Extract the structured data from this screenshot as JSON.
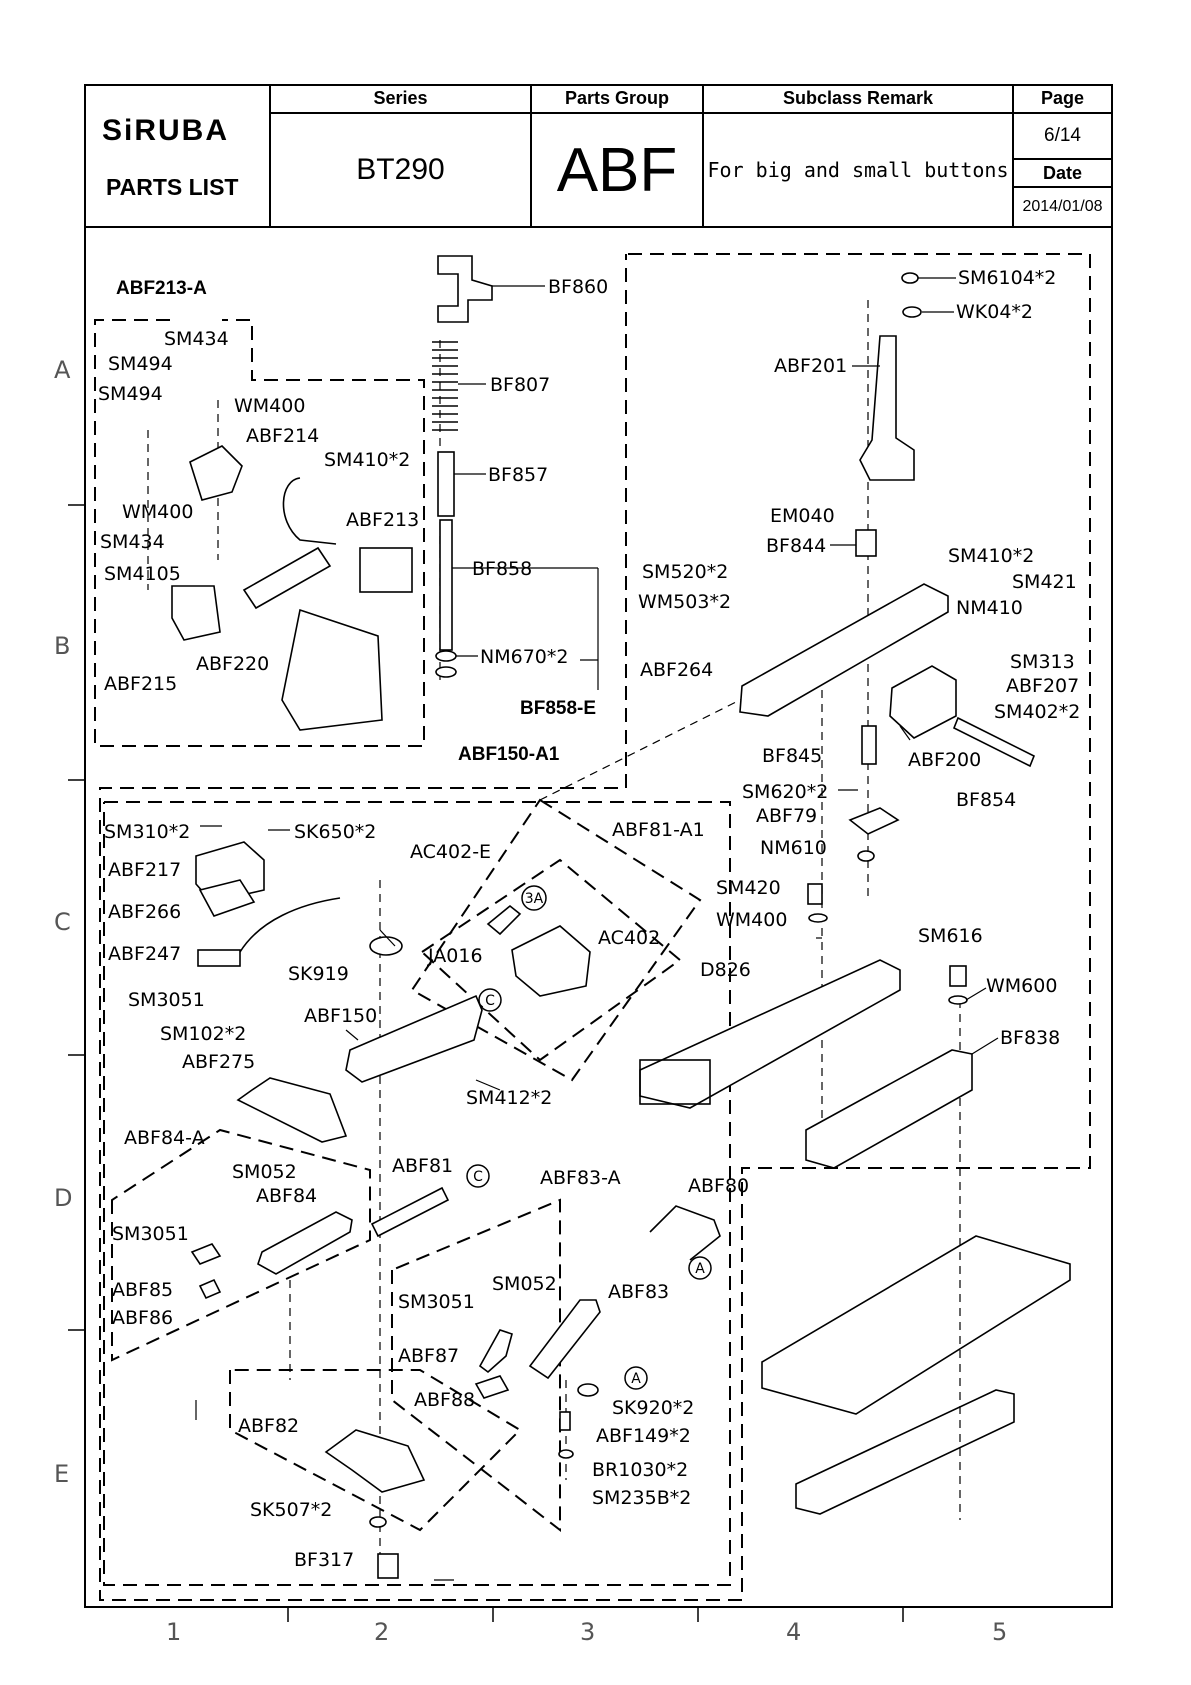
{
  "header": {
    "brand": "SiRUBA",
    "subtitle": "PARTS LIST",
    "col_series": "Series",
    "col_parts_group": "Parts Group",
    "col_subclass": "Subclass  Remark",
    "col_page": "Page",
    "series": "BT290",
    "parts_group": "ABF",
    "remark": "For big and small buttons",
    "page": "6/14",
    "date_label": "Date",
    "date": "2014/01/08"
  },
  "groups": {
    "abf213a": "ABF213-A",
    "bf858e": "BF858-E",
    "abf150a1": "ABF150-A1",
    "abf81a1": "ABF81-A1",
    "ac402e": "AC402-E",
    "abf84a": "ABF84-A",
    "abf83a": "ABF83-A"
  },
  "parts": [
    {
      "id": "BF860",
      "text": "BF860"
    },
    {
      "id": "BF807",
      "text": "BF807"
    },
    {
      "id": "BF857",
      "text": "BF857"
    },
    {
      "id": "BF858",
      "text": "BF858"
    },
    {
      "id": "NM670",
      "text": "NM670*2"
    },
    {
      "id": "SM434a",
      "text": "SM434"
    },
    {
      "id": "SM494a",
      "text": "SM494"
    },
    {
      "id": "SM494b",
      "text": "SM494"
    },
    {
      "id": "WM400a",
      "text": "WM400"
    },
    {
      "id": "ABF214",
      "text": "ABF214"
    },
    {
      "id": "SM410a",
      "text": "SM410*2"
    },
    {
      "id": "WM400b",
      "text": "WM400"
    },
    {
      "id": "ABF213",
      "text": "ABF213"
    },
    {
      "id": "SM434b",
      "text": "SM434"
    },
    {
      "id": "SM4105",
      "text": "SM4105"
    },
    {
      "id": "ABF220",
      "text": "ABF220"
    },
    {
      "id": "ABF215",
      "text": "ABF215"
    },
    {
      "id": "SM6104",
      "text": "SM6104*2"
    },
    {
      "id": "WK04",
      "text": "WK04*2"
    },
    {
      "id": "ABF201",
      "text": "ABF201"
    },
    {
      "id": "EM040",
      "text": "EM040"
    },
    {
      "id": "BF844",
      "text": "BF844"
    },
    {
      "id": "SM410b",
      "text": "SM410*2"
    },
    {
      "id": "SM520",
      "text": "SM520*2"
    },
    {
      "id": "SM421",
      "text": "SM421"
    },
    {
      "id": "WM503",
      "text": "WM503*2"
    },
    {
      "id": "NM410",
      "text": "NM410"
    },
    {
      "id": "ABF264",
      "text": "ABF264"
    },
    {
      "id": "SM313",
      "text": "SM313"
    },
    {
      "id": "ABF207",
      "text": "ABF207"
    },
    {
      "id": "SM402",
      "text": "SM402*2"
    },
    {
      "id": "BF845",
      "text": "BF845"
    },
    {
      "id": "ABF200",
      "text": "ABF200"
    },
    {
      "id": "SM620",
      "text": "SM620*2"
    },
    {
      "id": "BF854",
      "text": "BF854"
    },
    {
      "id": "ABF79",
      "text": "ABF79"
    },
    {
      "id": "NM610",
      "text": "NM610"
    },
    {
      "id": "SM420",
      "text": "SM420"
    },
    {
      "id": "WM400c",
      "text": "WM400"
    },
    {
      "id": "SM616",
      "text": "SM616"
    },
    {
      "id": "WM600",
      "text": "WM600"
    },
    {
      "id": "D826",
      "text": "D826"
    },
    {
      "id": "BF838",
      "text": "BF838"
    },
    {
      "id": "SM310",
      "text": "SM310*2"
    },
    {
      "id": "SK650",
      "text": "SK650*2"
    },
    {
      "id": "ABF217",
      "text": "ABF217"
    },
    {
      "id": "ABF266",
      "text": "ABF266"
    },
    {
      "id": "ABF247",
      "text": "ABF247"
    },
    {
      "id": "SM3051a",
      "text": "SM3051"
    },
    {
      "id": "SK919",
      "text": "SK919"
    },
    {
      "id": "JA016",
      "text": "JA016"
    },
    {
      "id": "AC402",
      "text": "AC402"
    },
    {
      "id": "SM102",
      "text": "SM102*2"
    },
    {
      "id": "ABF150",
      "text": "ABF150"
    },
    {
      "id": "ABF275",
      "text": "ABF275"
    },
    {
      "id": "SM412",
      "text": "SM412*2"
    },
    {
      "id": "SM052a",
      "text": "SM052"
    },
    {
      "id": "ABF84",
      "text": "ABF84"
    },
    {
      "id": "SM3051b",
      "text": "SM3051"
    },
    {
      "id": "ABF85",
      "text": "ABF85"
    },
    {
      "id": "ABF86",
      "text": "ABF86"
    },
    {
      "id": "ABF81",
      "text": "ABF81"
    },
    {
      "id": "ABF80",
      "text": "ABF80"
    },
    {
      "id": "SM052b",
      "text": "SM052"
    },
    {
      "id": "ABF83",
      "text": "ABF83"
    },
    {
      "id": "SM3051c",
      "text": "SM3051"
    },
    {
      "id": "ABF87",
      "text": "ABF87"
    },
    {
      "id": "ABF88",
      "text": "ABF88"
    },
    {
      "id": "SK920",
      "text": "SK920*2"
    },
    {
      "id": "ABF149",
      "text": "ABF149*2"
    },
    {
      "id": "BR1030",
      "text": "BR1030*2"
    },
    {
      "id": "SM235B",
      "text": "SM235B*2"
    },
    {
      "id": "ABF82",
      "text": "ABF82"
    },
    {
      "id": "SK507",
      "text": "SK507*2"
    },
    {
      "id": "BF317",
      "text": "BF317"
    }
  ],
  "markers": {
    "m3a": "3A",
    "mc1": "C",
    "mc2": "C",
    "ma1": "A",
    "ma2": "A"
  },
  "zones": {
    "rows": [
      "A",
      "B",
      "C",
      "D",
      "E"
    ],
    "cols": [
      "1",
      "2",
      "3",
      "4",
      "5"
    ]
  }
}
